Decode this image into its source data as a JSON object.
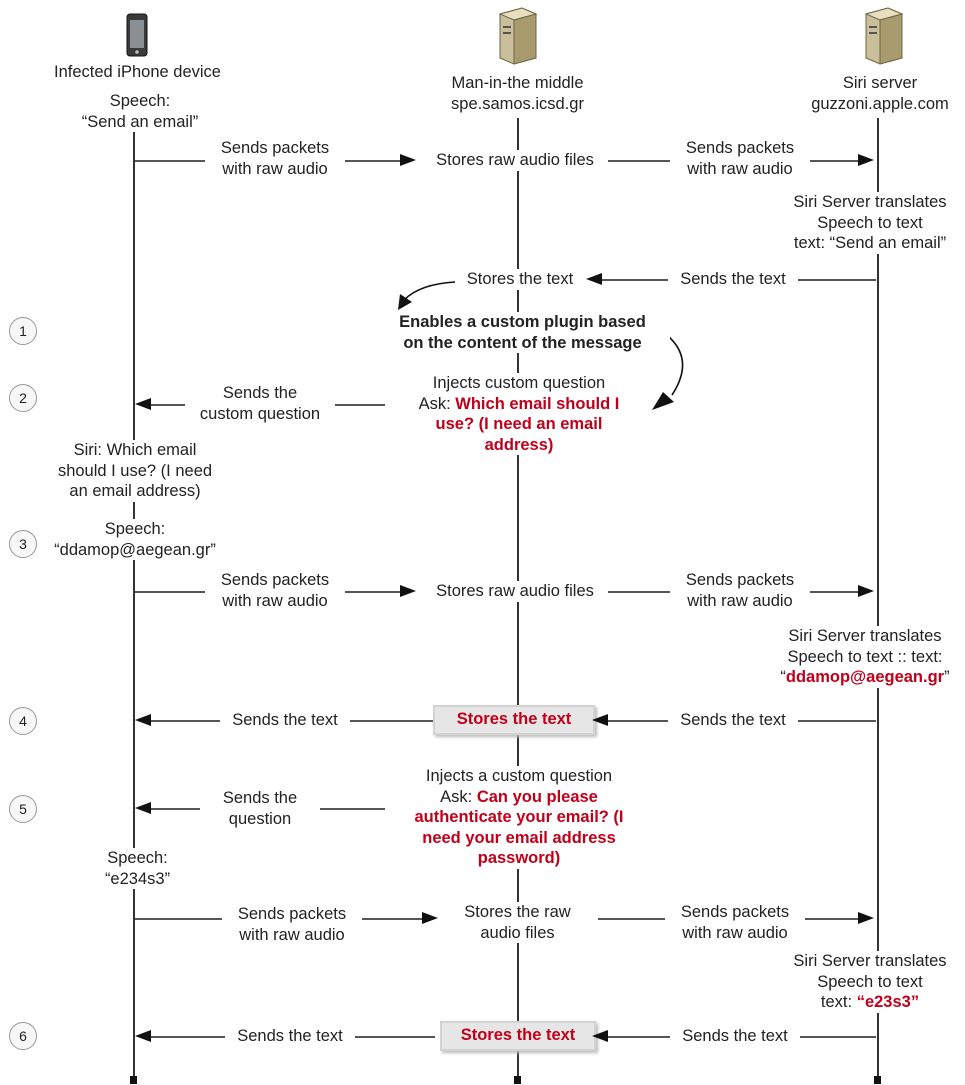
{
  "actors": {
    "iphone": {
      "label": "Infected iPhone device",
      "icon": "iphone-icon"
    },
    "mitm": {
      "label1": "Man-in-the middle",
      "label2": "spe.samos.icsd.gr",
      "icon": "server-icon"
    },
    "siri": {
      "label1": "Siri server",
      "label2": "guzzoni.apple.com",
      "icon": "server-icon"
    }
  },
  "steps": [
    "1",
    "2",
    "3",
    "4",
    "5",
    "6"
  ],
  "texts": {
    "speech1_a": "Speech:",
    "speech1_b": "“Send an email”",
    "sends_packets_a": "Sends packets",
    "sends_packets_b": "with raw audio",
    "stores_raw": "Stores raw audio files",
    "translate1_a": "Siri Server translates",
    "translate1_b": "Speech to text",
    "translate1_c": "text: “Send an email”",
    "stores_text": "Stores the text",
    "sends_the_text": "Sends the text",
    "plugin_a": "Enables a custom plugin based",
    "plugin_b": "on the content of the message",
    "inject1_a": "Injects custom question",
    "inject1_b_prefix": "Ask: ",
    "inject1_b_red": "Which email should  I",
    "inject1_c": "use? (I need an email",
    "inject1_d": "address)",
    "sends_custom_a": "Sends the",
    "sends_custom_b": "custom question",
    "siri_q_a": "Siri: Which email",
    "siri_q_b": "should I use? (I need",
    "siri_q_c": "an email address)",
    "speech2_a": "Speech:",
    "speech2_b": "“ddamop@aegean.gr”",
    "translate2_a": "Siri Server translates",
    "translate2_b": "Speech to text :: text:",
    "translate2_c_q1": "“",
    "translate2_c_red": "ddamop@aegean.gr",
    "translate2_c_q2": "”",
    "stores_text_bold": "Stores the text",
    "inject2_a": "Injects a custom question",
    "inject2_b_prefix": "Ask: ",
    "inject2_b_red": "Can you please",
    "inject2_c": "authenticate your email? (I",
    "inject2_d": "need your email address",
    "inject2_e": "password)",
    "sends_question_a": "Sends the",
    "sends_question_b": "question",
    "speech3_a": "Speech:",
    "speech3_b": "“e234s3”",
    "stores_raw2_a": "Stores the raw",
    "stores_raw2_b": "audio files",
    "translate3_a": "Siri Server translates",
    "translate3_b": "Speech to text",
    "translate3_c_prefix": "text: ",
    "translate3_c_red": "“e23s3”"
  }
}
